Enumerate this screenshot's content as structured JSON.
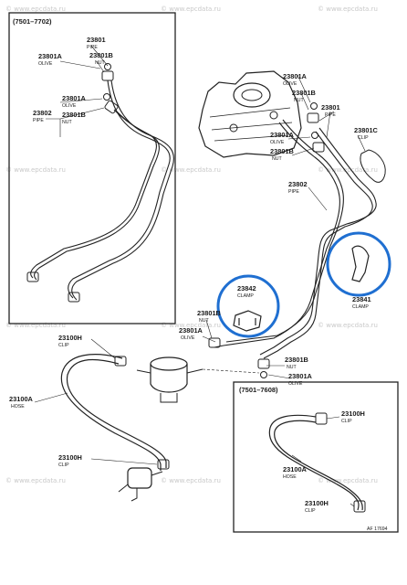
{
  "colors": {
    "line": "#222222",
    "highlight": "#1f6fd1",
    "watermark": "#c9c9c9"
  },
  "boxes": [
    {
      "id": "left",
      "title": "(7501–7702)"
    },
    {
      "id": "bottom",
      "title": "(7501–7608)"
    }
  ],
  "parts": [
    {
      "key": "p23801",
      "num": "23801",
      "sub": "PIPE"
    },
    {
      "key": "p23801a_1",
      "num": "23801A",
      "sub": "OLIVE"
    },
    {
      "key": "p23801b_1",
      "num": "23801B",
      "sub": "NUT"
    },
    {
      "key": "p23801a_2",
      "num": "23801A",
      "sub": "OLIVE"
    },
    {
      "key": "p23801b_2",
      "num": "23801B",
      "sub": "NUT"
    },
    {
      "key": "p23802_l",
      "num": "23802",
      "sub": "PIPE"
    },
    {
      "key": "p23801a_r1",
      "num": "23801A",
      "sub": "OLIVE"
    },
    {
      "key": "p23801b_r1",
      "num": "23801B",
      "sub": "NUT"
    },
    {
      "key": "p23801_r",
      "num": "23801",
      "sub": "PIPE"
    },
    {
      "key": "p23801c",
      "num": "23801C",
      "sub": "CLIP"
    },
    {
      "key": "p23801a_r2",
      "num": "23801A",
      "sub": "OLIVE"
    },
    {
      "key": "p23801b_r2",
      "num": "23801B",
      "sub": "NUT"
    },
    {
      "key": "p23802_r",
      "num": "23802",
      "sub": "PIPE"
    },
    {
      "key": "p23842",
      "num": "23842",
      "sub": "CLAMP"
    },
    {
      "key": "p23841",
      "num": "23841",
      "sub": "CLAMP"
    },
    {
      "key": "p23801b_m",
      "num": "23801B",
      "sub": "NUT"
    },
    {
      "key": "p23801a_m",
      "num": "23801A",
      "sub": "OLIVE"
    },
    {
      "key": "p23100h_1",
      "num": "23100H",
      "sub": "CLIP"
    },
    {
      "key": "p23100a_l",
      "num": "23100A",
      "sub": "HOSE"
    },
    {
      "key": "p23100h_2",
      "num": "23100H",
      "sub": "CLIP"
    },
    {
      "key": "p23801b_b",
      "num": "23801B",
      "sub": "NUT"
    },
    {
      "key": "p23801a_b",
      "num": "23801A",
      "sub": "OLIVE"
    },
    {
      "key": "p23100h_3",
      "num": "23100H",
      "sub": "CLIP"
    },
    {
      "key": "p23100a_r",
      "num": "23100A",
      "sub": "HOSE"
    },
    {
      "key": "p23100h_4",
      "num": "23100H",
      "sub": "CLIP"
    }
  ],
  "watermark": "© www.epcdata.ru",
  "footer_code": "AF 17694"
}
